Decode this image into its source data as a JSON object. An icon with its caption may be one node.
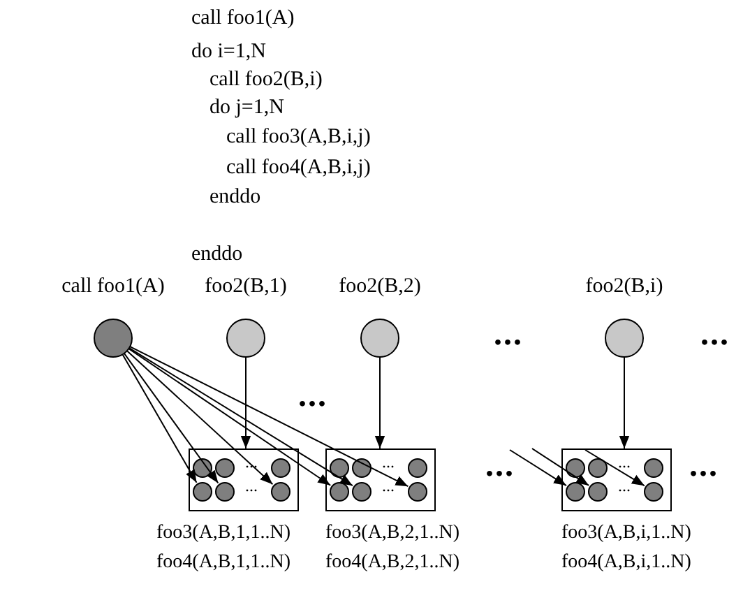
{
  "diagram": {
    "nodes": [
      {
        "text": [
          "call foo1(A)"
        ]
      },
      {
        "text": [
          "foo2(B,1)"
        ]
      },
      {
        "text": [
          "foo2(B,2)"
        ]
      },
      {
        "text": [
          "foo2(B,i)"
        ]
      },
      {
        "text": [
          "foo3(A,B,1,1..N)",
          "foo4(A,B,1,1..N)"
        ]
      },
      {
        "text": [
          "foo3(A,B,2,1..N)",
          "foo4(A,B,2,1..N)"
        ]
      },
      {
        "text": [
          "foo3(A,B,i,1..N)",
          "foo4(A,B,i,1..N)"
        ]
      },
      {
        "text": [],
        "shape": "circle",
        "in": 4
      },
      {
        "text": [],
        "shape": "circle",
        "in": 4
      },
      {
        "text": [],
        "shape": "circle",
        "in": 4
      },
      {
        "text": [],
        "shape": "circle",
        "in": 4
      },
      {
        "text": [],
        "shape": "circle",
        "in": 4
      },
      {
        "text": [],
        "shape": "circle",
        "in": 4
      },
      {
        "text": [],
        "shape": "circle",
        "in": 5
      },
      {
        "text": [],
        "shape": "circle",
        "in": 5
      },
      {
        "text": [],
        "shape": "circle",
        "in": 5
      },
      {
        "text": [],
        "shape": "circle",
        "in": 5
      },
      {
        "text": [],
        "shape": "circle",
        "in": 5
      },
      {
        "text": [],
        "shape": "circle",
        "in": 5
      },
      {
        "text": [],
        "shape": "circle",
        "in": 6
      },
      {
        "text": [],
        "shape": "circle",
        "in": 6
      },
      {
        "text": [],
        "shape": "circle",
        "in": 6
      },
      {
        "text": [],
        "shape": "circle",
        "in": 6
      },
      {
        "text": [],
        "shape": "circle",
        "in": 6
      },
      {
        "text": [],
        "shape": "circle",
        "in": 6
      }
    ],
    "edges": [
      {
        "from": 1,
        "to": 4,
        "arrow": "to"
      },
      {
        "from": 2,
        "to": 5,
        "arrow": "to"
      },
      {
        "from": 3,
        "to": 6,
        "arrow": "to"
      },
      {
        "from": 0,
        "to": 10,
        "arrow": "to"
      },
      {
        "from": 0,
        "to": 11,
        "arrow": "to"
      },
      {
        "from": 0,
        "to": 12,
        "arrow": "to"
      },
      {
        "from": 0,
        "to": 16,
        "arrow": "to"
      },
      {
        "from": 0,
        "to": 17,
        "arrow": "to"
      },
      {
        "from": 0,
        "to": 18,
        "arrow": "to"
      },
      {
        "from": null,
        "to": 22,
        "arrow": "to"
      },
      {
        "from": null,
        "to": 23,
        "arrow": "to"
      },
      {
        "from": null,
        "to": 24,
        "arrow": "to"
      }
    ],
    "labels": [
      "call foo1(A)",
      "do i=1,N",
      "call foo2(B,i)",
      "do j=1,N",
      "call foo3(A,B,i,j)",
      "call foo4(A,B,i,j)",
      "enddo",
      "enddo",
      "...",
      "...",
      "...",
      "...",
      "...",
      "...",
      "...",
      "...",
      "...",
      "...",
      "..."
    ]
  }
}
